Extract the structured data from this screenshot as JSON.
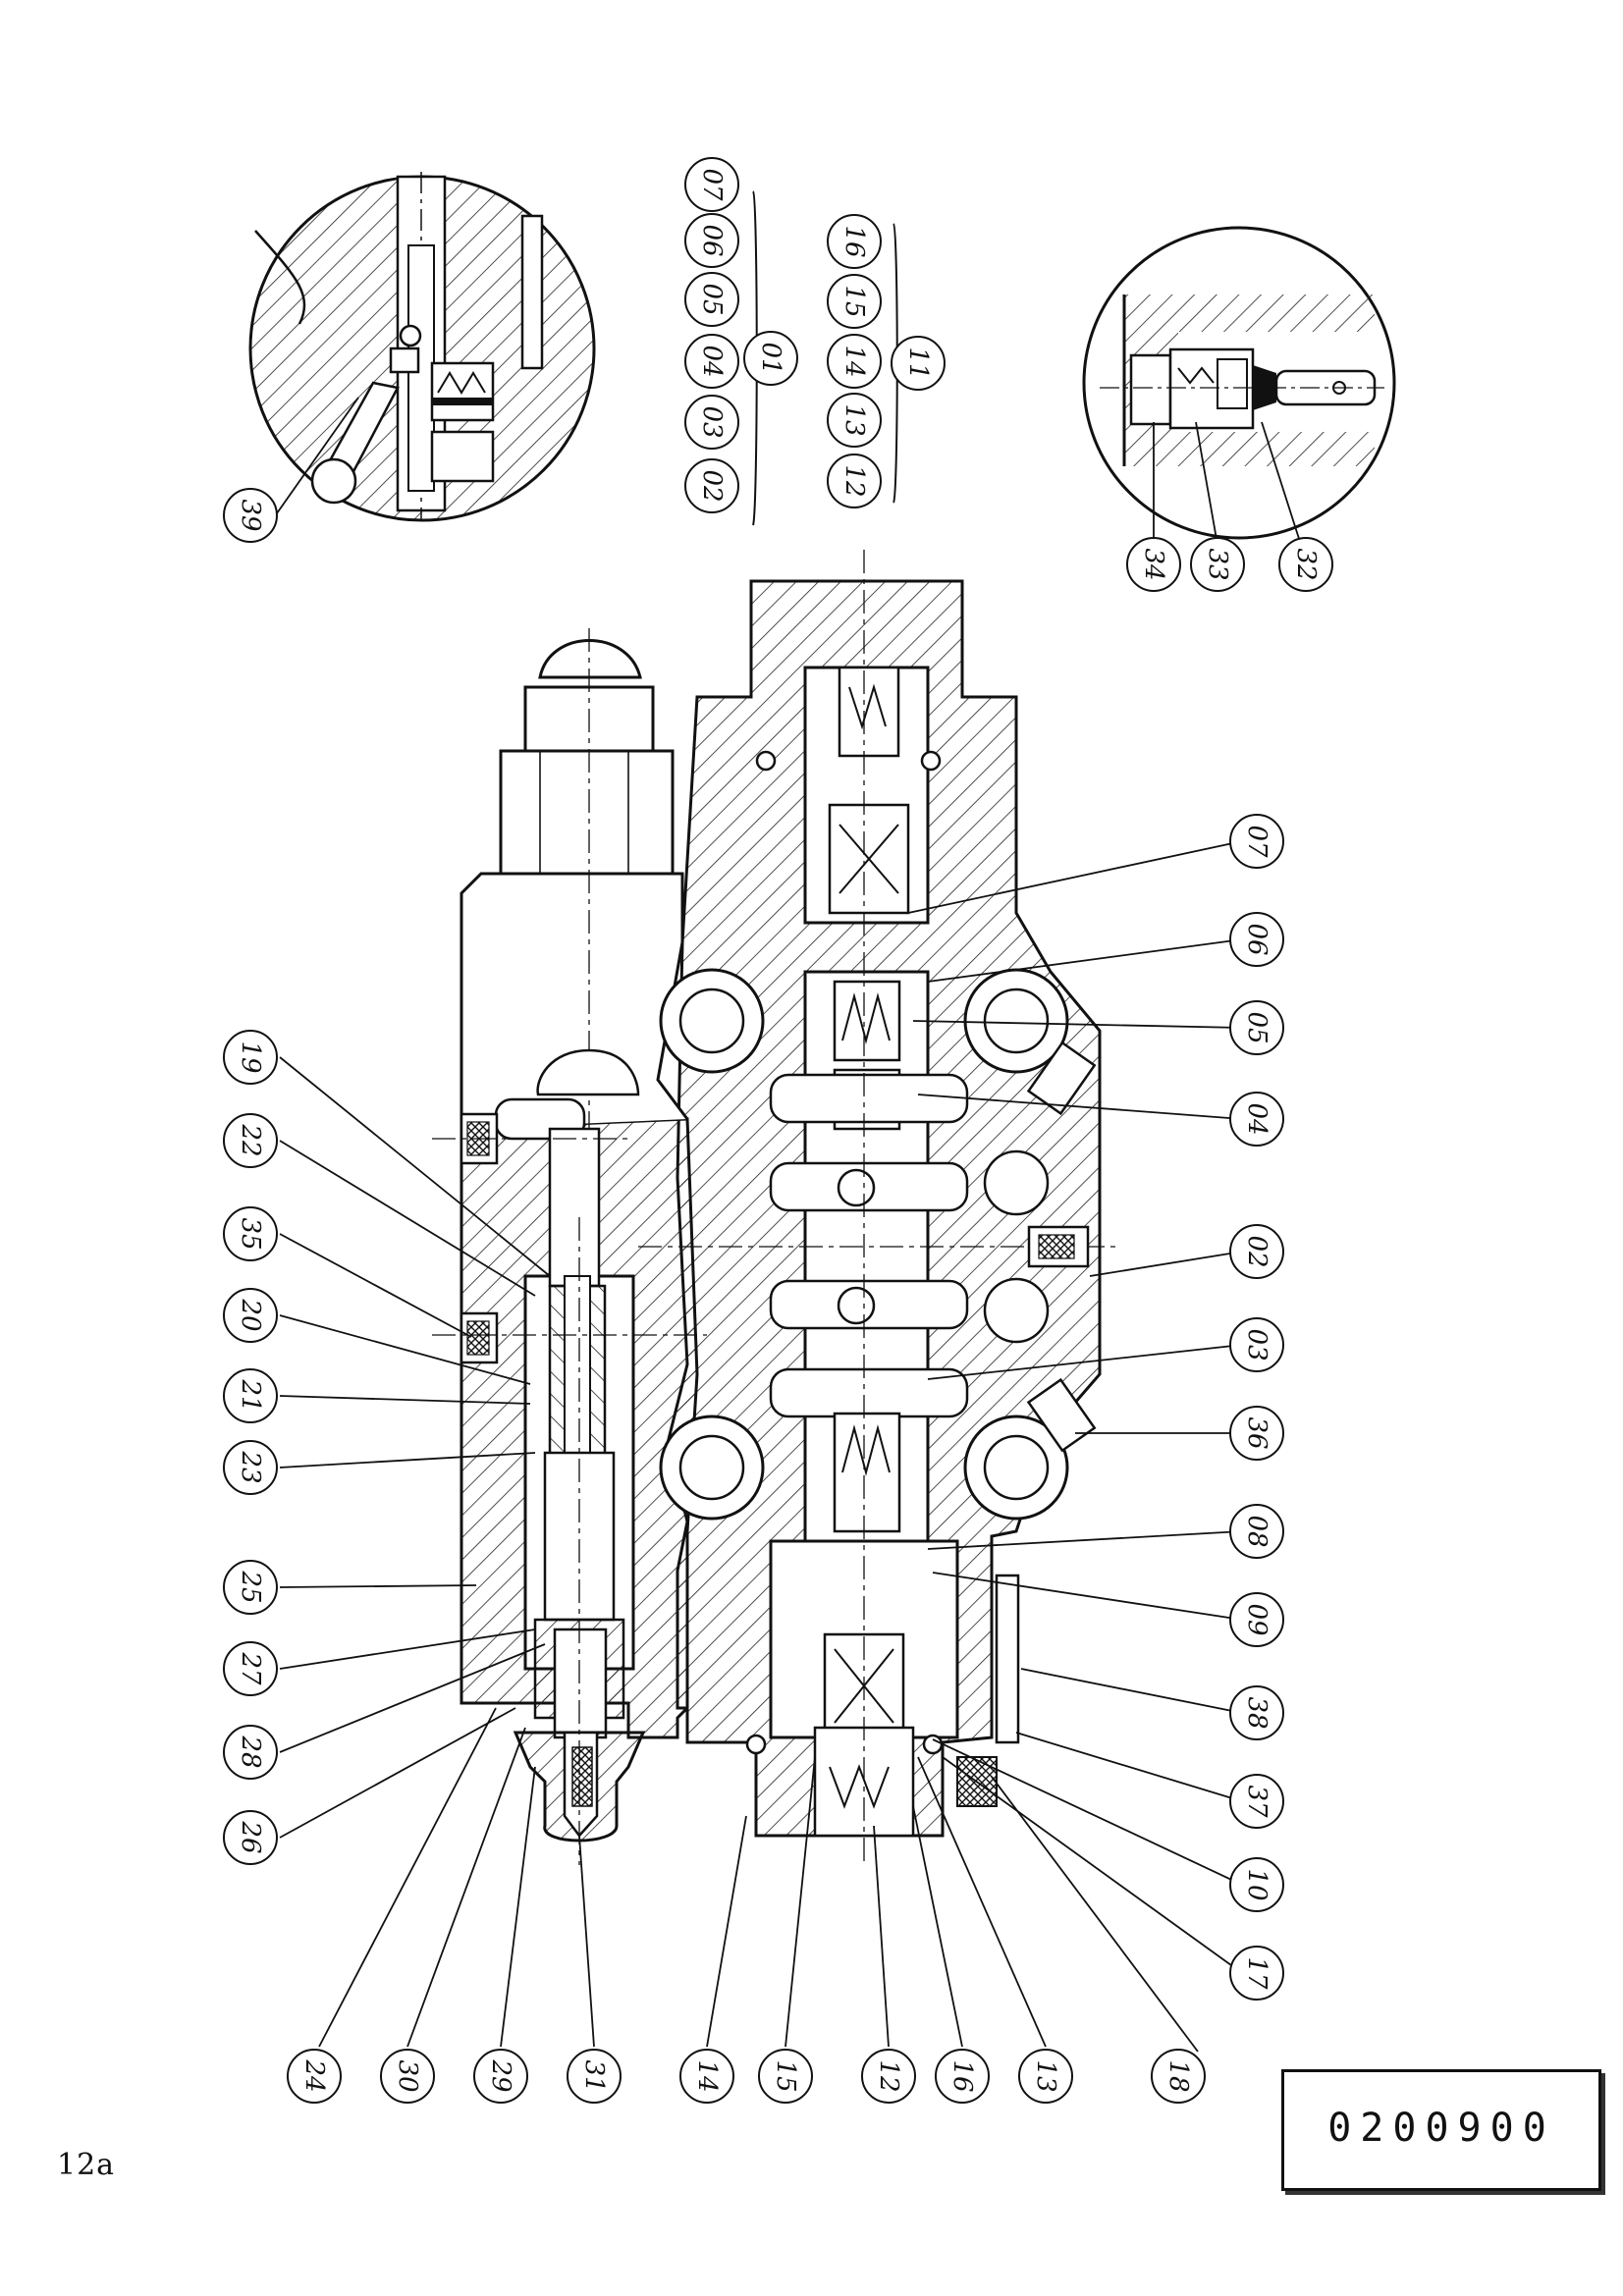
{
  "page_number": "12a",
  "drawing_number": "0200900",
  "callouts": {
    "c39": "39",
    "c34": "34",
    "c33": "33",
    "c32": "32",
    "g02": "02",
    "g03": "03",
    "g04": "04",
    "g05": "05",
    "g06": "06",
    "g07": "07",
    "g01": "01",
    "g12": "12",
    "g13": "13",
    "g14": "14",
    "g15": "15",
    "g16": "16",
    "g11": "11",
    "l19": "19",
    "l22": "22",
    "l35": "35",
    "l20": "20",
    "l21": "21",
    "l23": "23",
    "l25": "25",
    "l27": "27",
    "l28": "28",
    "l26": "26",
    "r07": "07",
    "r06": "06",
    "r05": "05",
    "r04": "04",
    "r02": "02",
    "r03": "03",
    "r36": "36",
    "r08": "08",
    "r09": "09",
    "r38": "38",
    "r37": "37",
    "r10": "10",
    "r17": "17",
    "r18": "18",
    "b24": "24",
    "b30": "30",
    "b29": "29",
    "b31": "31",
    "b14": "14",
    "b15": "15",
    "b12": "12",
    "b16": "16",
    "b13": "13"
  },
  "colors": {
    "ink": "#111111",
    "paper": "#ffffff"
  }
}
